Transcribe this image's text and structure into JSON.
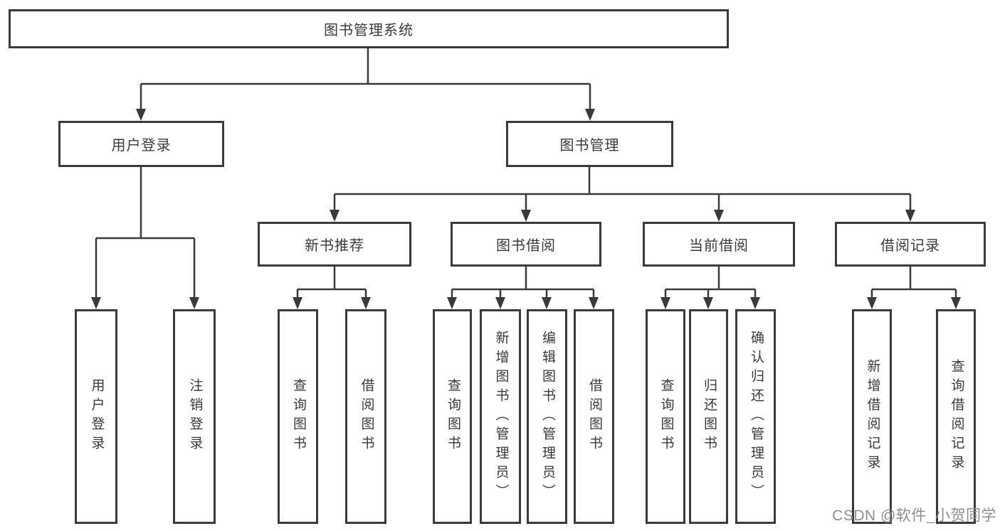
{
  "title": "图书管理系统",
  "tree": {
    "branches": [
      {
        "label": "用户登录",
        "children": [
          {
            "label": "用户登录"
          },
          {
            "label": "注销登录"
          }
        ]
      },
      {
        "label": "图书管理",
        "groups": [
          {
            "label": "新书推荐",
            "children": [
              {
                "label": "查询图书"
              },
              {
                "label": "借阅图书"
              }
            ]
          },
          {
            "label": "图书借阅",
            "children": [
              {
                "label": "查询图书"
              },
              {
                "label": "新增图书（管理员）"
              },
              {
                "label": "编辑图书（管理员）"
              },
              {
                "label": "借阅图书"
              }
            ]
          },
          {
            "label": "当前借阅",
            "children": [
              {
                "label": "查询图书"
              },
              {
                "label": "归还图书"
              },
              {
                "label": "确认归还（管理员）"
              }
            ]
          },
          {
            "label": "借阅记录",
            "children": [
              {
                "label": "新增借阅记录"
              },
              {
                "label": "查询借阅记录"
              }
            ]
          }
        ]
      }
    ]
  },
  "watermark": "CSDN @软件_小贺同学",
  "colors": {
    "line": "#3a3a3a",
    "border": "#3b3b3b",
    "text": "#3a3a3a",
    "watermark_text": "#8f8f8f",
    "background": "#ffffff"
  }
}
